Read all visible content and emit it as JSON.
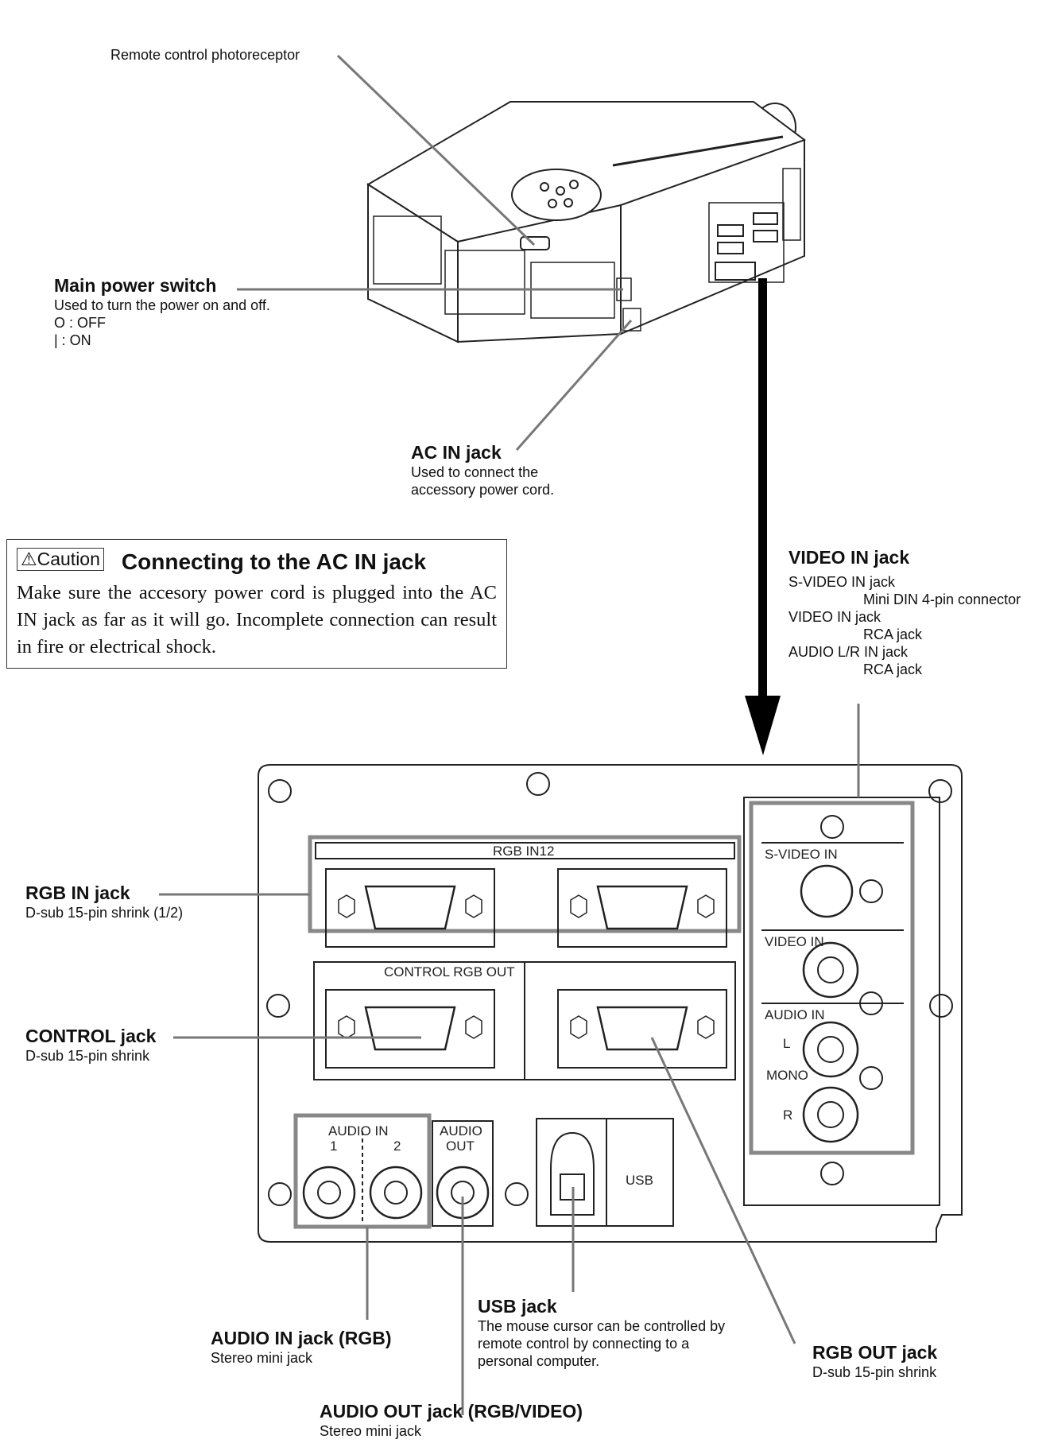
{
  "labels": {
    "remote": "Remote control photoreceptor",
    "power_title": "Main power switch",
    "power_desc": "Used to turn the power on and off.",
    "power_off": "O : OFF",
    "power_on": "| : ON",
    "acin_title": "AC IN jack",
    "acin_desc1": "Used to connect the",
    "acin_desc2": "accessory power cord.",
    "video_title": "VIDEO IN jack",
    "video_l1": "S-VIDEO IN jack",
    "video_l2": "Mini DIN 4-pin connector",
    "video_l3": "VIDEO IN jack",
    "video_l4": "RCA jack",
    "video_l5": "AUDIO L/R IN jack",
    "video_l6": "RCA jack",
    "rgbin_title": "RGB IN jack",
    "rgbin_desc": "D-sub 15-pin shrink (1/2)",
    "control_title": "CONTROL jack",
    "control_desc": "D-sub 15-pin shrink",
    "audioin_title": "AUDIO IN jack (RGB)",
    "audioin_desc": "Stereo mini jack",
    "usb_title": "USB jack",
    "usb_desc1": "The mouse cursor can be controlled by",
    "usb_desc2": "remote control by connecting to a",
    "usb_desc3": "personal computer.",
    "rgbout_title": "RGB OUT jack",
    "rgbout_desc": "D-sub 15-pin shrink",
    "audioout_title": "AUDIO OUT jack (RGB/VIDEO)",
    "audioout_desc": "Stereo mini jack"
  },
  "caution": {
    "tag": "⚠Caution",
    "heading": "Connecting to the AC IN jack",
    "body": "Make sure the accesory power cord is plugged into the AC IN jack as far as it will go. Incomplete connection can result in fire or electrical shock."
  },
  "panel": {
    "rgb_in": "RGB  IN12",
    "control_rgb_out": "CONTROL RGB  OUT",
    "svideo_in": "S-VIDEO  IN",
    "video_in": "VIDEO  IN",
    "audio_in_v": "AUDIO  IN",
    "l": "L",
    "mono": "MONO",
    "r": "R",
    "audio_in": "AUDIO   IN",
    "one": "1",
    "two": "2",
    "audio": "AUDIO",
    "out": "OUT",
    "usb": "USB"
  }
}
